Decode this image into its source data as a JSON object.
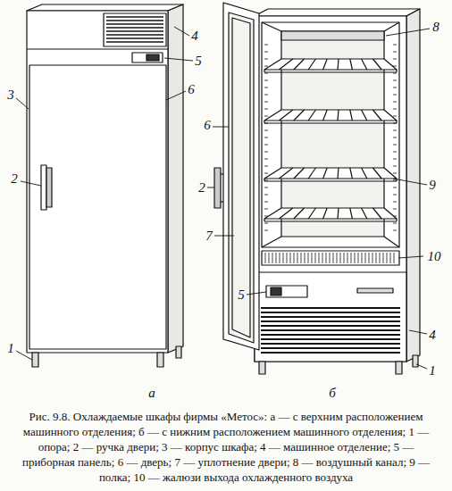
{
  "diagram": {
    "caption": "Рис. 9.8. Охлаждаемые шкафы фирмы «Метос»: а — с верхним расположением машинного отделения; б — с нижним расположением машинного отделения; 1 — опора; 2 — ручка двери; 3 — корпус шкафа; 4 — машинное отделение; 5 — приборная панель; 6 — дверь; 7 — уплотнение двери; 8 — воздушный канал; 9 — полка; 10 — жалюзи выхода охлажденного воздуха",
    "labels": [
      "4",
      "5",
      "3",
      "6",
      "2",
      "1",
      "а",
      "8",
      "6",
      "2",
      "9",
      "7",
      "10",
      "5",
      "4",
      "1",
      "б"
    ]
  }
}
